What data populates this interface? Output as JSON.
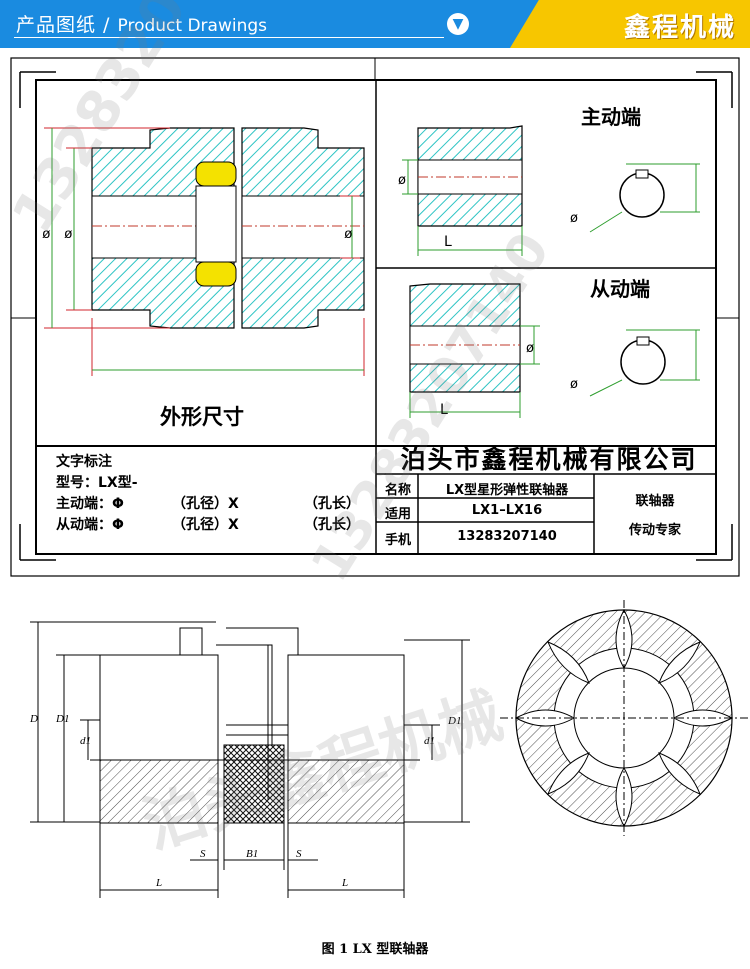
{
  "header": {
    "title_cn": "产品图纸",
    "title_sep": " / ",
    "title_en": "Product Drawings",
    "arrow_glyph": "▼",
    "brand": "鑫程机械",
    "colors": {
      "bar": "#1a8be0",
      "brand_bg": "#f7c600"
    }
  },
  "drawing": {
    "outline_label": "外形尺寸",
    "driving_end_label": "主动端",
    "driven_end_label": "从动端",
    "phi": "ø",
    "length_label": "L"
  },
  "specs": {
    "title": "文字标注",
    "model_label": "型号：LX型-",
    "drive_label": "主动端：",
    "driven_label": "从动端：",
    "phi_symbol": "Φ",
    "bore_dia": "（孔径）X",
    "bore_len": "（孔长）"
  },
  "title_block": {
    "company": "泊头市鑫程机械有限公司",
    "name_label": "名称",
    "name_value": "LX型星形弹性联轴器",
    "apply_label": "适用",
    "apply_value": "LX1–LX16",
    "phone_label": "手机",
    "phone_value": "13283207140",
    "product_type": "联轴器",
    "slogan": "传动专家"
  },
  "figure": {
    "labels": {
      "D": "D",
      "D1": "D1",
      "d1": "d1",
      "s": "S",
      "b1": "B1",
      "L": "L"
    },
    "caption": "图 1   LX 型联轴器"
  },
  "watermark": {
    "phone": "13283207140",
    "company": "泊头鑫程机械"
  }
}
